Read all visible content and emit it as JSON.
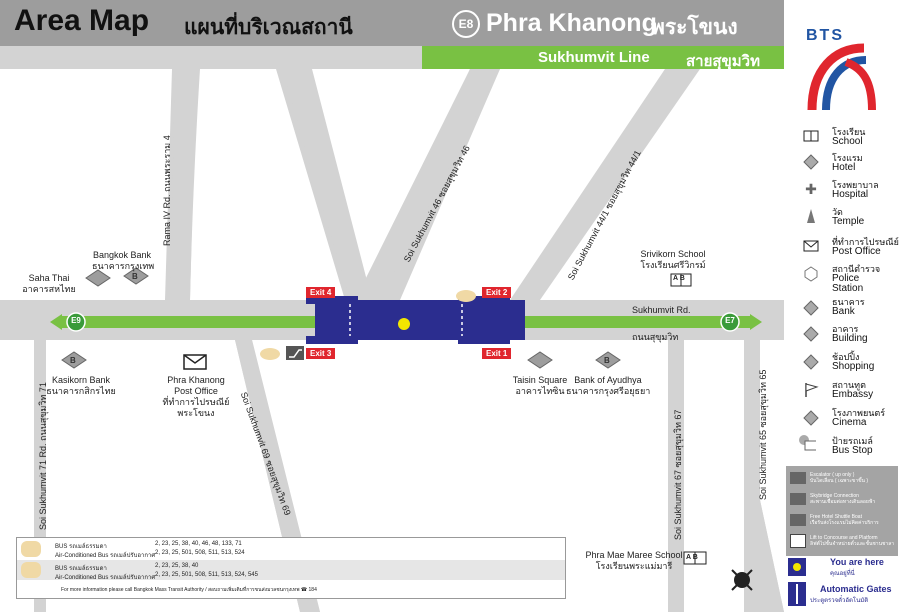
{
  "header": {
    "title": "Area Map",
    "title_th": "แผนที่บริเวณสถานี",
    "station_code": "E8",
    "station_name": "Phra Khanong",
    "station_name_th": "พระโขนง",
    "line_name": "Sukhumvit Line",
    "line_name_th": "สายสุขุมวิท"
  },
  "colors": {
    "road": "#d3d3d3",
    "header_gray": "#9d9d9d",
    "green_line": "#79c143",
    "station_blue": "#2b2d8f",
    "exit_red": "#e0262e",
    "bts_red": "#e0262e",
    "bts_blue": "#2155a3",
    "you_are_here": "#f2e600"
  },
  "stations": {
    "prev": "E9",
    "next": "E7"
  },
  "exits": {
    "exit1": "Exit 1",
    "exit2": "Exit 2",
    "exit3": "Exit 3",
    "exit4": "Exit 4"
  },
  "roads": {
    "rama4": "Rama IV Rd.  ถนนพระราม 4",
    "soi46": "Soi Sukhumvit 46  ซอยสุขุมวิท 46",
    "soi44": "Soi Sukhumvit 44/1  ซอยสุขุมวิท 44/1",
    "sukhumvit_en": "Sukhumvit Rd.",
    "sukhumvit_th": "ถนนสุขุมวิท",
    "soi71": "Soi Sukhumvit 71 Rd.  ถนนสุขุมวิท 71",
    "soi69": "Soi Sukhumvit 69  ซอยสุขุมวิท 69",
    "soi67": "Soi Sukhumvit 67  ซอยสุขุมวิท 67",
    "soi65": "Soi Sukhumvit 65  ซอยสุขุมวิท 65"
  },
  "places": {
    "saha_thai": {
      "en": "Saha Thai",
      "th": "อาคารสหไทย"
    },
    "bangkok_bank": {
      "en": "Bangkok Bank",
      "th": "ธนาคารกรุงเทพ"
    },
    "srivikorn": {
      "en": "Srivikorn School",
      "th": "โรงเรียนศรีวิกรม์"
    },
    "kasikorn": {
      "en": "Kasikorn Bank",
      "th": "ธนาคารกสิกรไทย"
    },
    "post_office": {
      "en1": "Phra Khanong",
      "en2": "Post Office",
      "th1": "ที่ทำการไปรษณีย์",
      "th2": "พระโขนง"
    },
    "taisin": {
      "en": "Taisin Square",
      "th": "อาคารไทซิน"
    },
    "ayudhya": {
      "en": "Bank of Ayudhya",
      "th": "ธนาคารกรุงศรีอยุธยา"
    },
    "phra_mae_maree": {
      "en": "Phra Mae Maree School",
      "th": "โรงเรียนพระแม่มารี"
    },
    "school_icon_text": "A B",
    "bank_icon_text": "B"
  },
  "bus": {
    "rows": [
      {
        "label": "BUS รถเมล์ธรรมดา",
        "routes": "2, 23, 25, 38, 40, 46, 48, 133, 71"
      },
      {
        "label": "Air-Conditioned Bus รถเมล์ปรับอากาศ",
        "routes": "2, 23, 25, 501, 508, 511, 513, 524"
      },
      {
        "label": "BUS รถเมล์ธรรมดา",
        "routes": "2, 23, 25, 38, 40"
      },
      {
        "label": "Air-Conditioned Bus รถเมล์ปรับอากาศ",
        "routes": "2, 23, 25, 501, 508, 511, 513, 524, 545"
      }
    ],
    "footnote": "For more information please call Bangkok Mass Transit Authority / สอบถามเพิ่มเติมที่การขนส่งมวลชนกรุงเทพ ☎ 184"
  },
  "legend": {
    "logo": "BTS",
    "items": [
      {
        "th": "โรงเรียน",
        "en": "School",
        "icon": "school-icon"
      },
      {
        "th": "โรงแรม",
        "en": "Hotel",
        "icon": "hotel-icon"
      },
      {
        "th": "โรงพยาบาล",
        "en": "Hospital",
        "icon": "hospital-icon"
      },
      {
        "th": "วัด",
        "en": "Temple",
        "icon": "temple-icon"
      },
      {
        "th": "ที่ทำการไปรษณีย์",
        "en": "Post Office",
        "icon": "post-office-icon"
      },
      {
        "th": "สถานีตำรวจ",
        "en": "Police Station",
        "icon": "police-icon"
      },
      {
        "th": "ธนาคาร",
        "en": "Bank",
        "icon": "bank-icon"
      },
      {
        "th": "อาคาร",
        "en": "Building",
        "icon": "building-icon"
      },
      {
        "th": "ช้อปปิ้ง",
        "en": "Shopping",
        "icon": "shopping-icon"
      },
      {
        "th": "สถานทูต",
        "en": "Embassy",
        "icon": "embassy-icon"
      },
      {
        "th": "โรงภาพยนตร์",
        "en": "Cinema",
        "icon": "cinema-icon"
      },
      {
        "th": "ป้ายรถเมล์",
        "en": "Bus Stop",
        "icon": "bus-stop-icon"
      }
    ],
    "notes": [
      {
        "en": "Escalator ( up only )",
        "th": "บันไดเลื่อน ( เฉพาะขาขึ้น )"
      },
      {
        "en": "Skybridge Connection",
        "th": "สะพานเชื่อมต่อทางเดินลอยฟ้า"
      },
      {
        "en": "Free Hotel Shuttle Boat",
        "th": "เรือรับส่งโรงแรมไม่คิดค่าบริการ"
      },
      {
        "en": "Lift to Concourse and Platform",
        "th": "ลิฟต์ไปชั้นจำหน่ายตั๋วและชั้นชานชาลา"
      }
    ],
    "you_are_here_en": "You are here",
    "you_are_here_th": "คุณอยู่ที่นี่",
    "auto_gates_en": "Automatic Gates",
    "auto_gates_th": "ประตูตรวจตั๋วอัตโนมัติ"
  }
}
